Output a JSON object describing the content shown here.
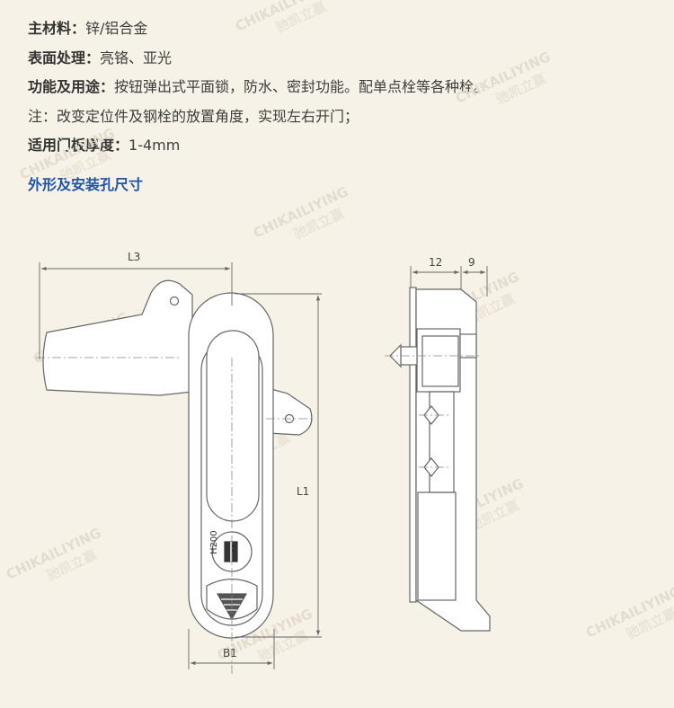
{
  "specs": [
    {
      "label": "主材料：",
      "value": "锌/铝合金"
    },
    {
      "label": "表面处理：",
      "value": "亮铬、亚光"
    },
    {
      "label": "功能及用途：",
      "value": "按钮弹出式平面锁，防水、密封功能。配单点栓等各种栓。"
    },
    {
      "label": "",
      "value": "注：改变定位件及钢栓的放置角度，实现左右开门；"
    },
    {
      "label": "适用门板厚度：",
      "value": "1-4mm"
    }
  ],
  "section_title": "外形及安装孔尺寸",
  "dimensions": {
    "l3": "L3",
    "l1": "L1",
    "b1": "B1",
    "depth_a": "12",
    "depth_b": "9",
    "cylinder_code": "H200"
  },
  "watermark": {
    "brand": "CHIKAILIYING",
    "mark": "®",
    "cn": "驰凯立赢"
  },
  "colors": {
    "title_blue": "#1f55a8",
    "background": "#f7f2e7",
    "line": "#666666"
  }
}
